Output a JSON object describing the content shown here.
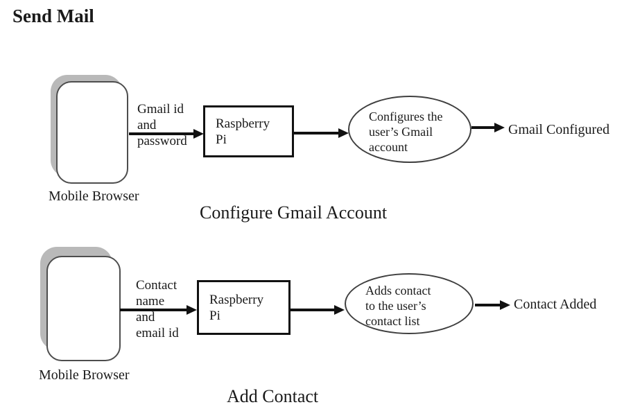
{
  "title": "Send Mail",
  "colors": {
    "ink": "#1a1a1a",
    "arrow": "#111111",
    "phone_shadow": "#b9b9b9",
    "background": "#ffffff"
  },
  "diagram1": {
    "source": "Mobile Browser",
    "input": "Gmail id\nand\npassword",
    "processor": "Raspberry\nPi",
    "process": "Configures the\nuser’s Gmail\naccount",
    "result": "Gmail Configured",
    "caption": "Configure Gmail Account"
  },
  "diagram2": {
    "source": "Mobile Browser",
    "input": "Contact\nname\nand\nemail id",
    "processor": "Raspberry\nPi",
    "process": "Adds contact\nto the user’s\ncontact list",
    "result": "Contact Added",
    "caption": "Add Contact"
  }
}
